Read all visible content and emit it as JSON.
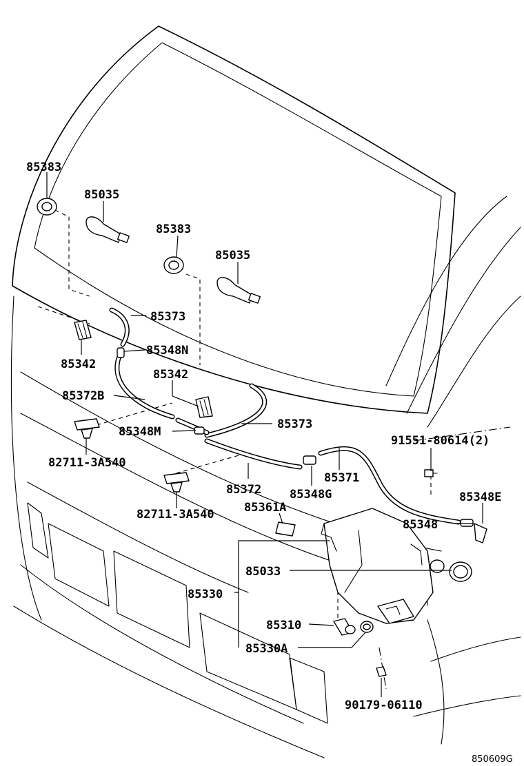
{
  "callouts": {
    "c1": "85383",
    "c2": "85035",
    "c3": "85383",
    "c4": "85035",
    "c5": "85373",
    "c6": "85348N",
    "c7": "85342",
    "c8": "85342",
    "c9": "85372B",
    "c10": "85373",
    "c11": "85348M",
    "c12": "91551-80614(2)",
    "c13": "82711-3A540",
    "c14": "85371",
    "c15": "85372",
    "c16": "85348G",
    "c17": "85348E",
    "c18": "82711-3A540",
    "c19": "85361A",
    "c20": "85348",
    "c21": "85033",
    "c22": "85330",
    "c23": "85310",
    "c24": "85330A",
    "c25": "90179-06110"
  },
  "reference": "850609G"
}
